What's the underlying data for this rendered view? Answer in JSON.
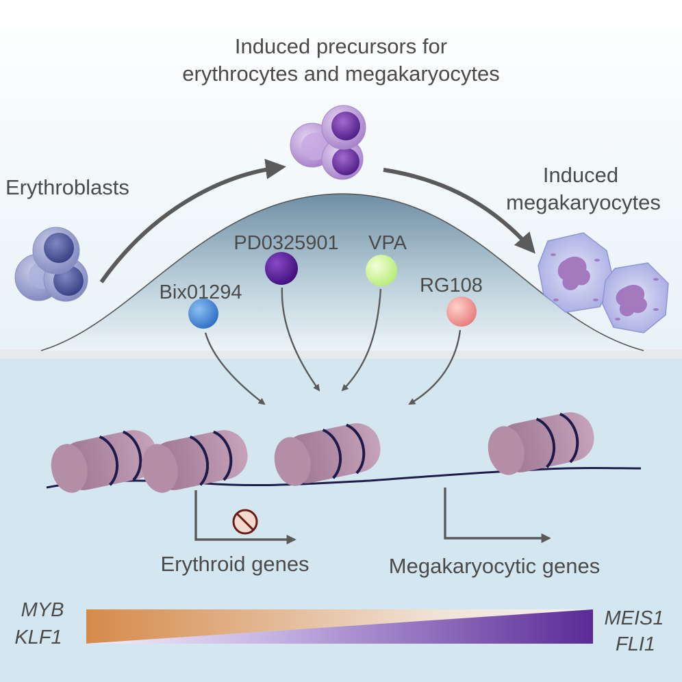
{
  "title_line1": "Induced precursors for",
  "title_line2": "erythrocytes and megakaryocytes",
  "erythroblasts_label": "Erythroblasts",
  "induced_mk_line1": "Induced",
  "induced_mk_line2": "megakaryocytes",
  "compounds": [
    {
      "label": "Bix01294",
      "color": "#3f86d8"
    },
    {
      "label": "PD0325901",
      "color": "#5a1a9a"
    },
    {
      "label": "VPA",
      "color": "#cdf59a"
    },
    {
      "label": "RG108",
      "color": "#ef8e8e"
    }
  ],
  "erythroid_genes_label": "Erythroid genes",
  "megakaryocytic_genes_label": "Megakaryocytic genes",
  "left_genes": [
    "MYB",
    "KLF1"
  ],
  "right_genes": [
    "MEIS1",
    "FLI1"
  ],
  "colors": {
    "erythroid_gradient": "#d58a4a",
    "megakaryocytic_gradient": "#5a2a96",
    "nucleosome": "#b48ea6",
    "dna": "#1e1a4a",
    "arrow": "#5a5a5a"
  }
}
